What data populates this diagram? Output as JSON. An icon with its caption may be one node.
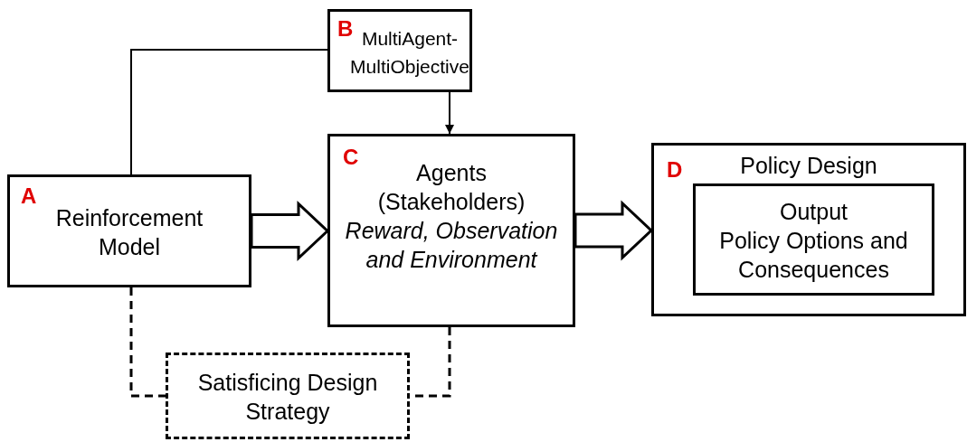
{
  "diagram": {
    "nodes": [
      {
        "text": [
          "A",
          "Reinforcement Model"
        ]
      },
      {
        "text": [
          "B",
          "MultiAgent- MultiObjective"
        ]
      },
      {
        "text": [
          "C",
          "Agents (Stakeholders)",
          "Reward, Observation and Environment"
        ]
      },
      {
        "text": [
          "D",
          "Policy Design"
        ]
      },
      {
        "text": [
          "Output",
          "Policy Options and Consequences"
        ],
        "in": 3
      },
      {
        "text": [
          "Satisficing Design Strategy"
        ]
      }
    ],
    "edges": [
      {
        "from": 0,
        "to": 1,
        "arrow": "none"
      },
      {
        "from": 1,
        "to": 2,
        "arrow": "to"
      },
      {
        "from": 0,
        "to": 2,
        "arrow": "to",
        "style": "thick"
      },
      {
        "from": 2,
        "to": 3,
        "arrow": "to",
        "style": "thick"
      },
      {
        "from": 0,
        "to": 5,
        "arrow": "none",
        "style": "dashed"
      },
      {
        "from": 2,
        "to": 5,
        "arrow": "none",
        "style": "dashed"
      }
    ]
  }
}
